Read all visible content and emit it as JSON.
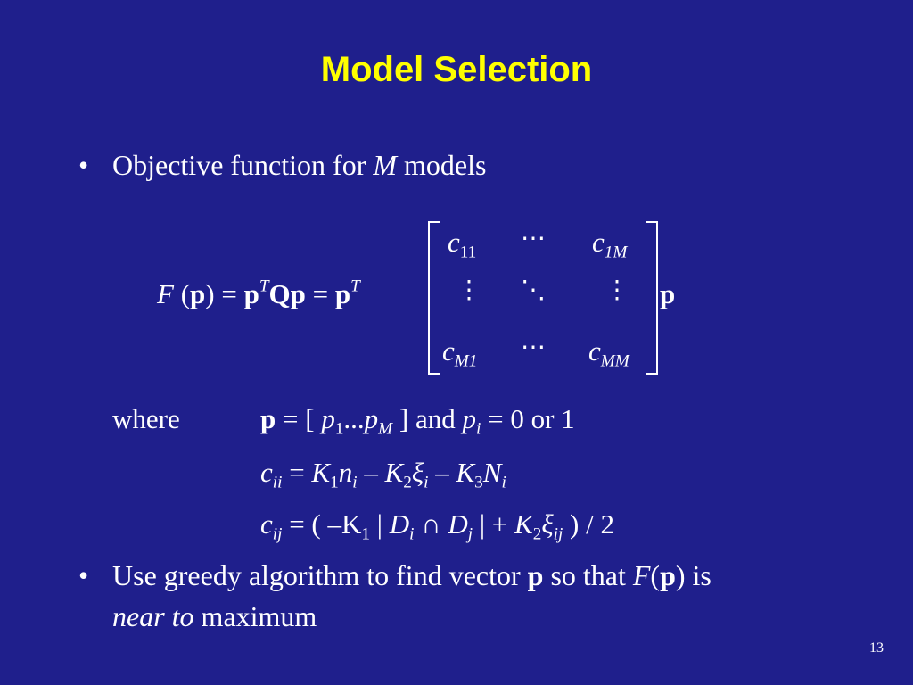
{
  "slide": {
    "title": "Model Selection",
    "page_number": "13"
  },
  "bullets": [
    {
      "text_a": "Objective function for ",
      "text_b": "M",
      "text_c": " models"
    },
    {
      "line1_a": "Use greedy algorithm to find vector ",
      "line1_b": "p",
      "line1_c": " so that ",
      "line1_d": "F",
      "line1_e": "(",
      "line1_f": "p",
      "line1_g": ") is",
      "line2_a": "near to",
      "line2_b": " maximum"
    }
  ],
  "equation": {
    "F": "F",
    "open": " (",
    "p": "p",
    "close": ") = ",
    "pT1": "p",
    "T1": "T",
    "Q": "Q",
    "p2": "p",
    "eq2": " = ",
    "pT2": "p",
    "T2": "T",
    "rhs_p": "p",
    "matrix": {
      "c11_base": "c",
      "c11_sub": "11",
      "c1M_base": "c",
      "c1M_sub": "1M",
      "cM1_base": "c",
      "cM1_sub": "M1",
      "cMM_base": "c",
      "cMM_sub": "MM",
      "hdots": "⋯",
      "vdots": "⋮",
      "ddots": "⋱"
    }
  },
  "where": {
    "label": "where",
    "line1": {
      "p": "p",
      "eq": " = [ ",
      "p1": "p",
      "p1s": "1",
      "ell": "...",
      "pM": "p",
      "pMs": "M",
      "end": " ] and ",
      "pi": "p",
      "pis": "i",
      "rest": " = 0 or 1"
    },
    "line2": {
      "c": "c",
      "cs": "ii",
      "eq": " = ",
      "K1": "K",
      "K1s": "1",
      "n": "n",
      "ns": "i",
      "m1": " – ",
      "K2": "K",
      "K2s": "2",
      "xi": "ξ",
      "xis": "i",
      "m2": " – ",
      "K3": "K",
      "K3s": "3",
      "N": "N",
      "Ns": "i"
    },
    "line3": {
      "c": "c",
      "cs": "ij",
      "eq": " = ( –K",
      "K1s": "1",
      "bar1": " | ",
      "D1": "D",
      "D1s": "i",
      "cap": " ∩ ",
      "D2": "D",
      "D2s": "j",
      "bar2": " | + ",
      "K2": "K",
      "K2s": "2",
      "xi": "ξ",
      "xis": "ij",
      "end": " ) / 2"
    }
  }
}
